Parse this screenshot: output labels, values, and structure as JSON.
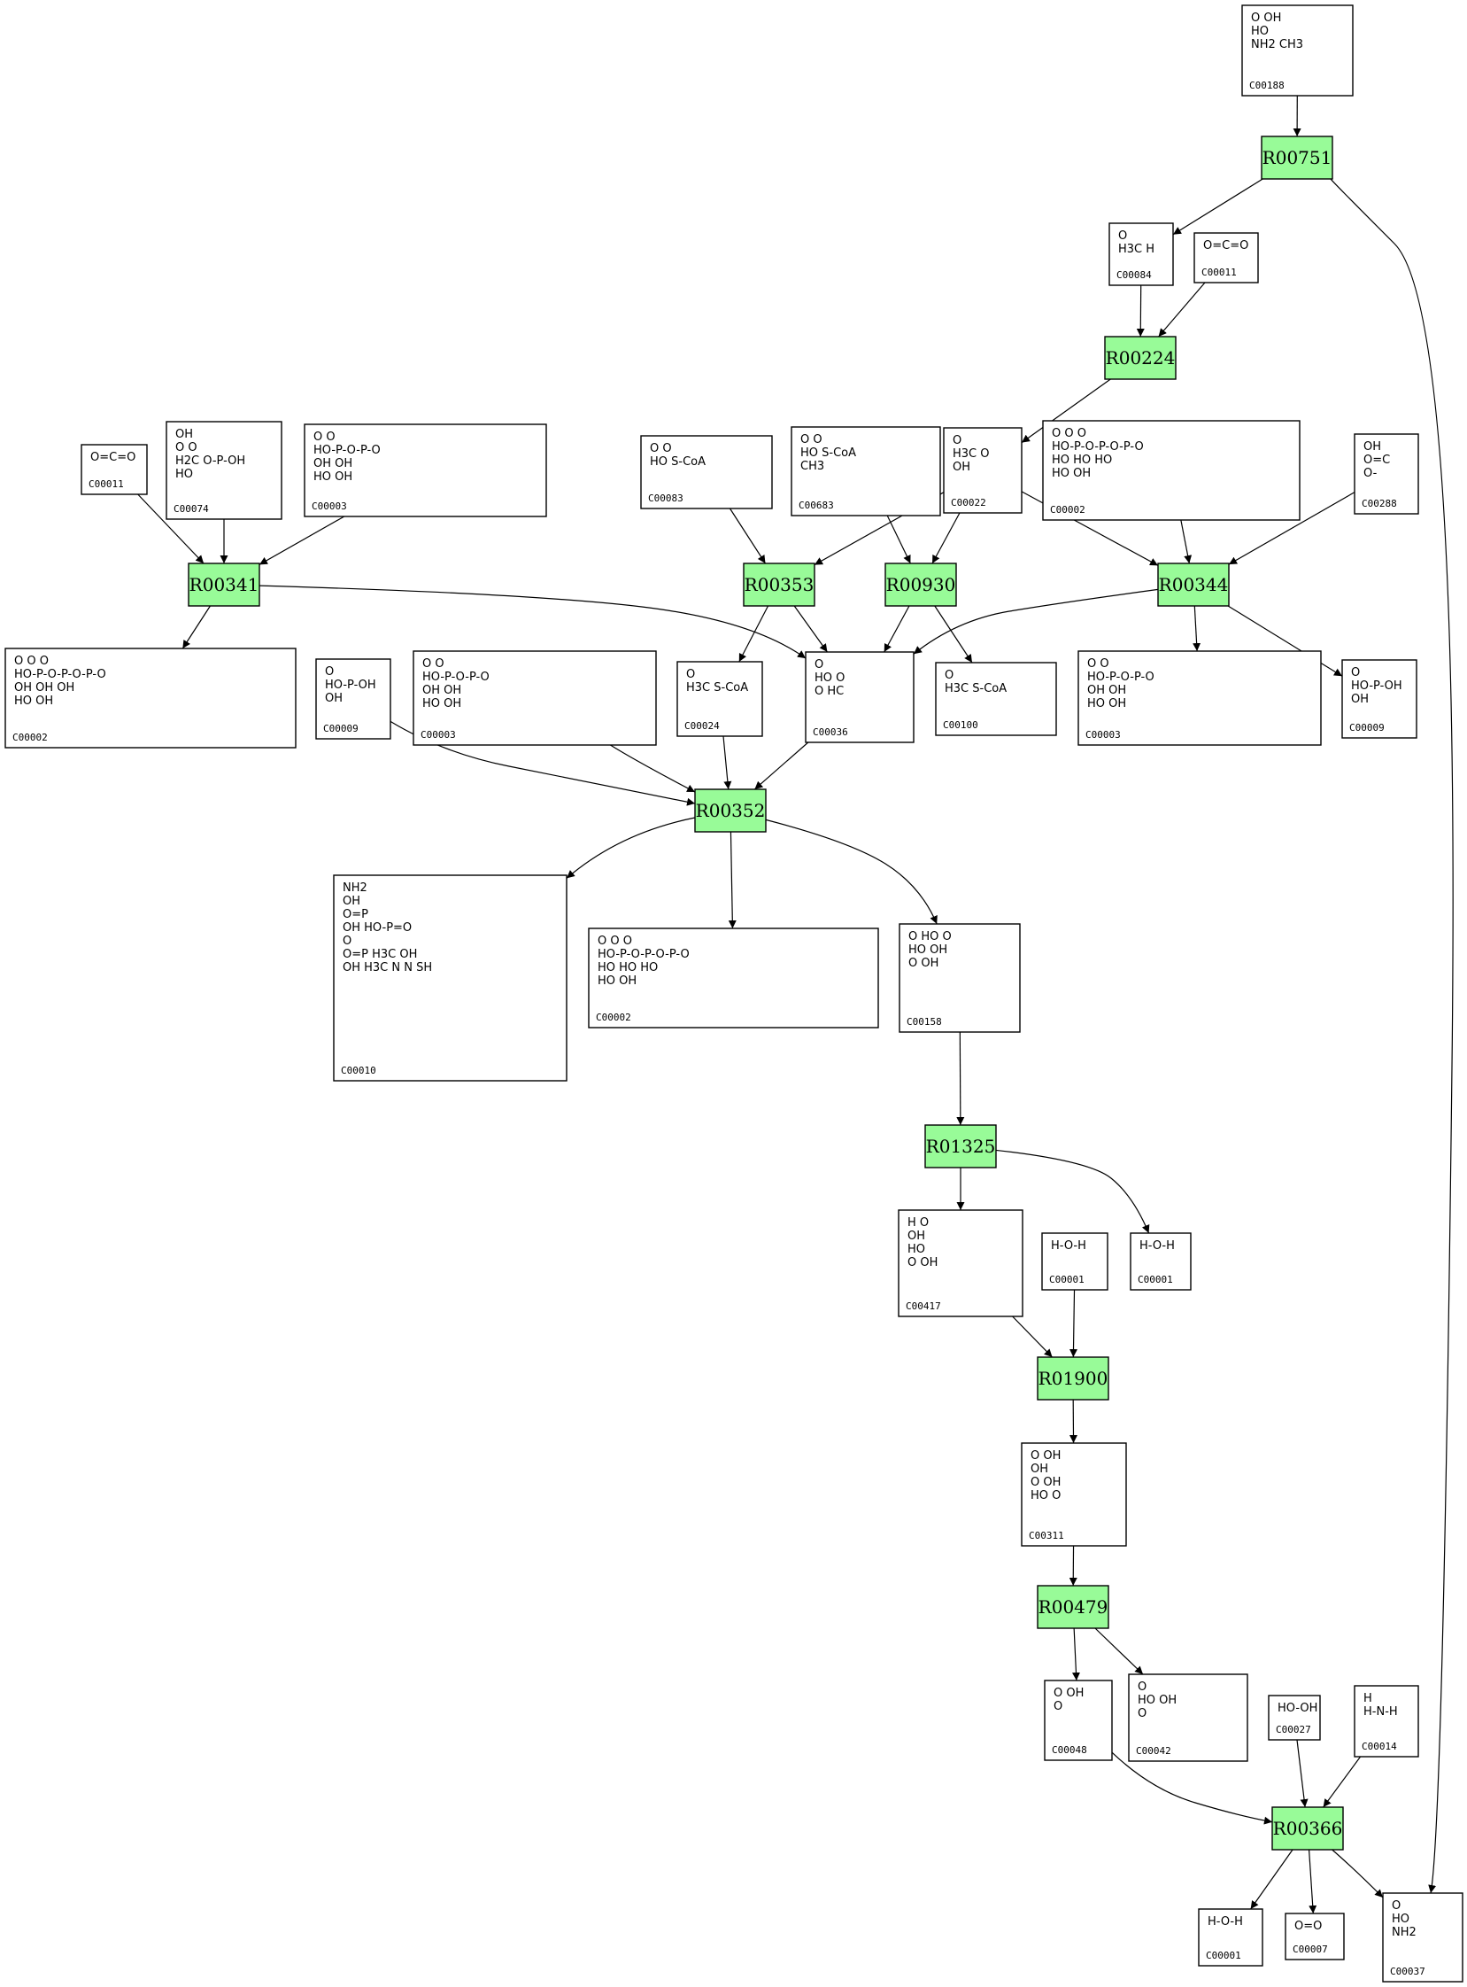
{
  "colors": {
    "reaction_fill": "#98fb98",
    "edge": "#000000",
    "compound_fill": "#ffffff"
  },
  "reactions": [
    {
      "id": "r00751",
      "label": "R00751"
    },
    {
      "id": "r00224",
      "label": "R00224"
    },
    {
      "id": "r00341",
      "label": "R00341"
    },
    {
      "id": "r00353",
      "label": "R00353"
    },
    {
      "id": "r00930",
      "label": "R00930"
    },
    {
      "id": "r00344",
      "label": "R00344"
    },
    {
      "id": "r00352",
      "label": "R00352"
    },
    {
      "id": "r01325",
      "label": "R01325"
    },
    {
      "id": "r01900",
      "label": "R01900"
    },
    {
      "id": "r00479",
      "label": "R00479"
    },
    {
      "id": "r00366",
      "label": "R00366"
    }
  ],
  "compounds": [
    {
      "id": "c00188",
      "label": "C00188",
      "lines": [
        "O    OH",
        "HO",
        "NH2   CH3"
      ]
    },
    {
      "id": "c00084",
      "label": "C00084",
      "lines": [
        "O",
        "H3C   H"
      ]
    },
    {
      "id": "c00011a",
      "label": "C00011",
      "lines": [
        "O=C=O"
      ]
    },
    {
      "id": "c00011b",
      "label": "C00011",
      "lines": [
        "O=C=O"
      ]
    },
    {
      "id": "c00074",
      "label": "C00074",
      "lines": [
        "OH",
        "O     O",
        "H2C  O-P-OH",
        "HO"
      ]
    },
    {
      "id": "c00003a",
      "label": "C00003",
      "lines": [
        "O    O",
        "HO-P-O-P-O",
        "OH   OH",
        "HO  OH"
      ]
    },
    {
      "id": "c00083",
      "label": "C00083",
      "lines": [
        "O    O",
        "HO        S-CoA"
      ]
    },
    {
      "id": "c00683",
      "label": "C00683",
      "lines": [
        "O    O",
        "HO       S-CoA",
        "CH3"
      ]
    },
    {
      "id": "c00022",
      "label": "C00022",
      "lines": [
        "O",
        "H3C      O",
        "OH"
      ]
    },
    {
      "id": "c00002a",
      "label": "C00002",
      "lines": [
        "O   O   O",
        "HO-P-O-P-O-P-O",
        "HO  HO  HO",
        "HO  OH"
      ]
    },
    {
      "id": "c00288",
      "label": "C00288",
      "lines": [
        "OH",
        "O=C",
        "O-"
      ]
    },
    {
      "id": "c00002b",
      "label": "C00002",
      "lines": [
        "O   O   O",
        "HO-P-O-P-O-P-O",
        "OH  OH  OH",
        "HO  OH"
      ]
    },
    {
      "id": "c00009a",
      "label": "C00009",
      "lines": [
        "O",
        "HO-P-OH",
        "OH"
      ]
    },
    {
      "id": "c00003b",
      "label": "C00003",
      "lines": [
        "O    O",
        "HO-P-O-P-O",
        "OH   OH",
        "HO  OH"
      ]
    },
    {
      "id": "c00024",
      "label": "C00024",
      "lines": [
        "O",
        "H3C    S-CoA"
      ]
    },
    {
      "id": "c00036",
      "label": "C00036",
      "lines": [
        "O",
        "HO     O",
        "O    HC"
      ]
    },
    {
      "id": "c00100",
      "label": "C00100",
      "lines": [
        "O",
        "H3C       S-CoA"
      ]
    },
    {
      "id": "c00003c",
      "label": "C00003",
      "lines": [
        "O    O",
        "HO-P-O-P-O",
        "OH   OH",
        "HO  OH"
      ]
    },
    {
      "id": "c00009b",
      "label": "C00009",
      "lines": [
        "O",
        "HO-P-OH",
        "OH"
      ]
    },
    {
      "id": "c00010",
      "label": "C00010",
      "lines": [
        "NH2",
        "OH",
        "O=P",
        "OH   HO-P=O",
        "O",
        "O=P  H3C OH",
        "OH   H3C   N        N     SH"
      ]
    },
    {
      "id": "c00002c",
      "label": "C00002",
      "lines": [
        "O   O   O",
        "HO-P-O-P-O-P-O",
        "HO  HO  HO",
        "HO  OH"
      ]
    },
    {
      "id": "c00158",
      "label": "C00158",
      "lines": [
        "O  HO  O",
        "HO        OH",
        "O   OH"
      ]
    },
    {
      "id": "c00417",
      "label": "C00417",
      "lines": [
        "H      O",
        "OH",
        "HO",
        "O   OH"
      ]
    },
    {
      "id": "c00001a",
      "label": "C00001",
      "lines": [
        "H-O-H"
      ]
    },
    {
      "id": "c00001b",
      "label": "C00001",
      "lines": [
        "H-O-H"
      ]
    },
    {
      "id": "c00311",
      "label": "C00311",
      "lines": [
        "O  OH",
        "OH",
        "O        OH",
        "HO   O"
      ]
    },
    {
      "id": "c00048",
      "label": "C00048",
      "lines": [
        "O  OH",
        "O"
      ]
    },
    {
      "id": "c00042",
      "label": "C00042",
      "lines": [
        "O",
        "HO        OH",
        "O"
      ]
    },
    {
      "id": "c00027",
      "label": "C00027",
      "lines": [
        "HO-OH"
      ]
    },
    {
      "id": "c00014",
      "label": "C00014",
      "lines": [
        "H",
        "H-N-H"
      ]
    },
    {
      "id": "c00001c",
      "label": "C00001",
      "lines": [
        "H-O-H"
      ]
    },
    {
      "id": "c00007",
      "label": "C00007",
      "lines": [
        "O=O"
      ]
    },
    {
      "id": "c00037",
      "label": "C00037",
      "lines": [
        "O",
        "HO",
        "NH2"
      ]
    }
  ],
  "edges": [
    [
      "c00188",
      "r00751"
    ],
    [
      "r00751",
      "c00084"
    ],
    [
      "r00751",
      "c00037"
    ],
    [
      "c00084",
      "r00224"
    ],
    [
      "c00011a",
      "r00224"
    ],
    [
      "r00224",
      "c00022"
    ],
    [
      "c00011b",
      "r00341"
    ],
    [
      "c00074",
      "r00341"
    ],
    [
      "c00003a",
      "r00341"
    ],
    [
      "r00341",
      "c00002b"
    ],
    [
      "r00341",
      "c00036"
    ],
    [
      "c00083",
      "r00353"
    ],
    [
      "c00022",
      "r00353"
    ],
    [
      "r00353",
      "c00024"
    ],
    [
      "r00353",
      "c00036"
    ],
    [
      "c00683",
      "r00930"
    ],
    [
      "c00022",
      "r00930"
    ],
    [
      "r00930",
      "c00036"
    ],
    [
      "r00930",
      "c00100"
    ],
    [
      "c00022",
      "r00344"
    ],
    [
      "c00002a",
      "r00344"
    ],
    [
      "c00288",
      "r00344"
    ],
    [
      "r00344",
      "c00036"
    ],
    [
      "r00344",
      "c00003c"
    ],
    [
      "r00344",
      "c00009b"
    ],
    [
      "c00009a",
      "r00352"
    ],
    [
      "c00003b",
      "r00352"
    ],
    [
      "c00024",
      "r00352"
    ],
    [
      "c00036",
      "r00352"
    ],
    [
      "r00352",
      "c00010"
    ],
    [
      "r00352",
      "c00002c"
    ],
    [
      "r00352",
      "c00158"
    ],
    [
      "c00158",
      "r01325"
    ],
    [
      "r01325",
      "c00417"
    ],
    [
      "r01325",
      "c00001b"
    ],
    [
      "c00417",
      "r01900"
    ],
    [
      "c00001a",
      "r01900"
    ],
    [
      "r01900",
      "c00311"
    ],
    [
      "c00311",
      "r00479"
    ],
    [
      "r00479",
      "c00048"
    ],
    [
      "r00479",
      "c00042"
    ],
    [
      "c00048",
      "r00366"
    ],
    [
      "c00027",
      "r00366"
    ],
    [
      "c00014",
      "r00366"
    ],
    [
      "r00366",
      "c00001c"
    ],
    [
      "r00366",
      "c00007"
    ],
    [
      "r00366",
      "c00037"
    ]
  ]
}
